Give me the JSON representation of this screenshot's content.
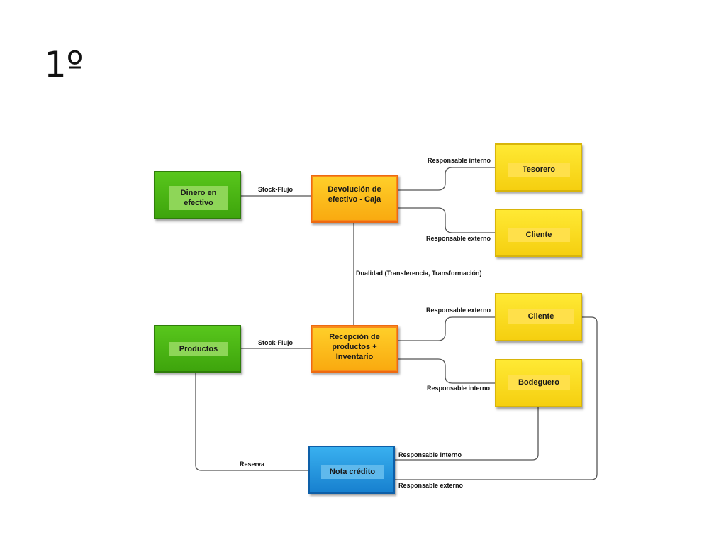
{
  "slide": {
    "title": "1º"
  },
  "nodes": {
    "dinero": {
      "label": "Dinero en efectivo",
      "color": "#4cb817"
    },
    "devolucion": {
      "label": "Devolución de efectivo - Caja",
      "color": "#fbb316"
    },
    "tesorero": {
      "label": "Tesorero",
      "color": "#fbe01f"
    },
    "cliente_top": {
      "label": "Cliente",
      "color": "#fbe01f"
    },
    "productos": {
      "label": "Productos",
      "color": "#4cb817"
    },
    "recepcion": {
      "label": "Recepción de productos + Inventario",
      "color": "#fbb316"
    },
    "cliente_mid": {
      "label": "Cliente",
      "color": "#fbe01f"
    },
    "bodeguero": {
      "label": "Bodeguero",
      "color": "#fbe01f"
    },
    "nota": {
      "label": "Nota crédito",
      "color": "#2d9fe6"
    }
  },
  "edges": {
    "stock_flujo_1": "Stock-Flujo",
    "stock_flujo_2": "Stock-Flujo",
    "resp_interno_1": "Responsable interno",
    "resp_externo_1": "Responsable externo",
    "dualidad": "Dualidad (Transferencia, Transformación)",
    "resp_externo_2": "Responsable externo",
    "resp_interno_2": "Responsable interno",
    "reserva": "Reserva",
    "resp_interno_3": "Responsable interno",
    "resp_externo_3": "Responsable externo"
  }
}
